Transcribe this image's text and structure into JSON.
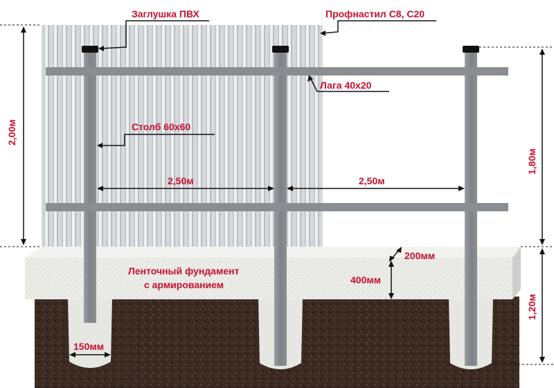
{
  "callouts": {
    "cap": "Заглушка ПВХ",
    "sheet": "Профнастил С8, С20",
    "rail": "Лага 40х20",
    "post": "Столб 60х60"
  },
  "dimensions": {
    "fence_height": "2,00м",
    "post_height_above": "1,80м",
    "post_depth": "1,20м",
    "span_1": "2,50м",
    "span_2": "2,50м",
    "foundation_width": "200мм",
    "foundation_height": "400мм",
    "hole_diameter": "150мм"
  },
  "foundation": {
    "line_1": "Ленточный фундамент",
    "line_2": "с армированием"
  },
  "colors": {
    "accent": "#c8102e",
    "post": "#8a8d91",
    "sheet": "#d4d7da",
    "soil": "#3b2a24",
    "concrete": "#e8e8e4"
  }
}
